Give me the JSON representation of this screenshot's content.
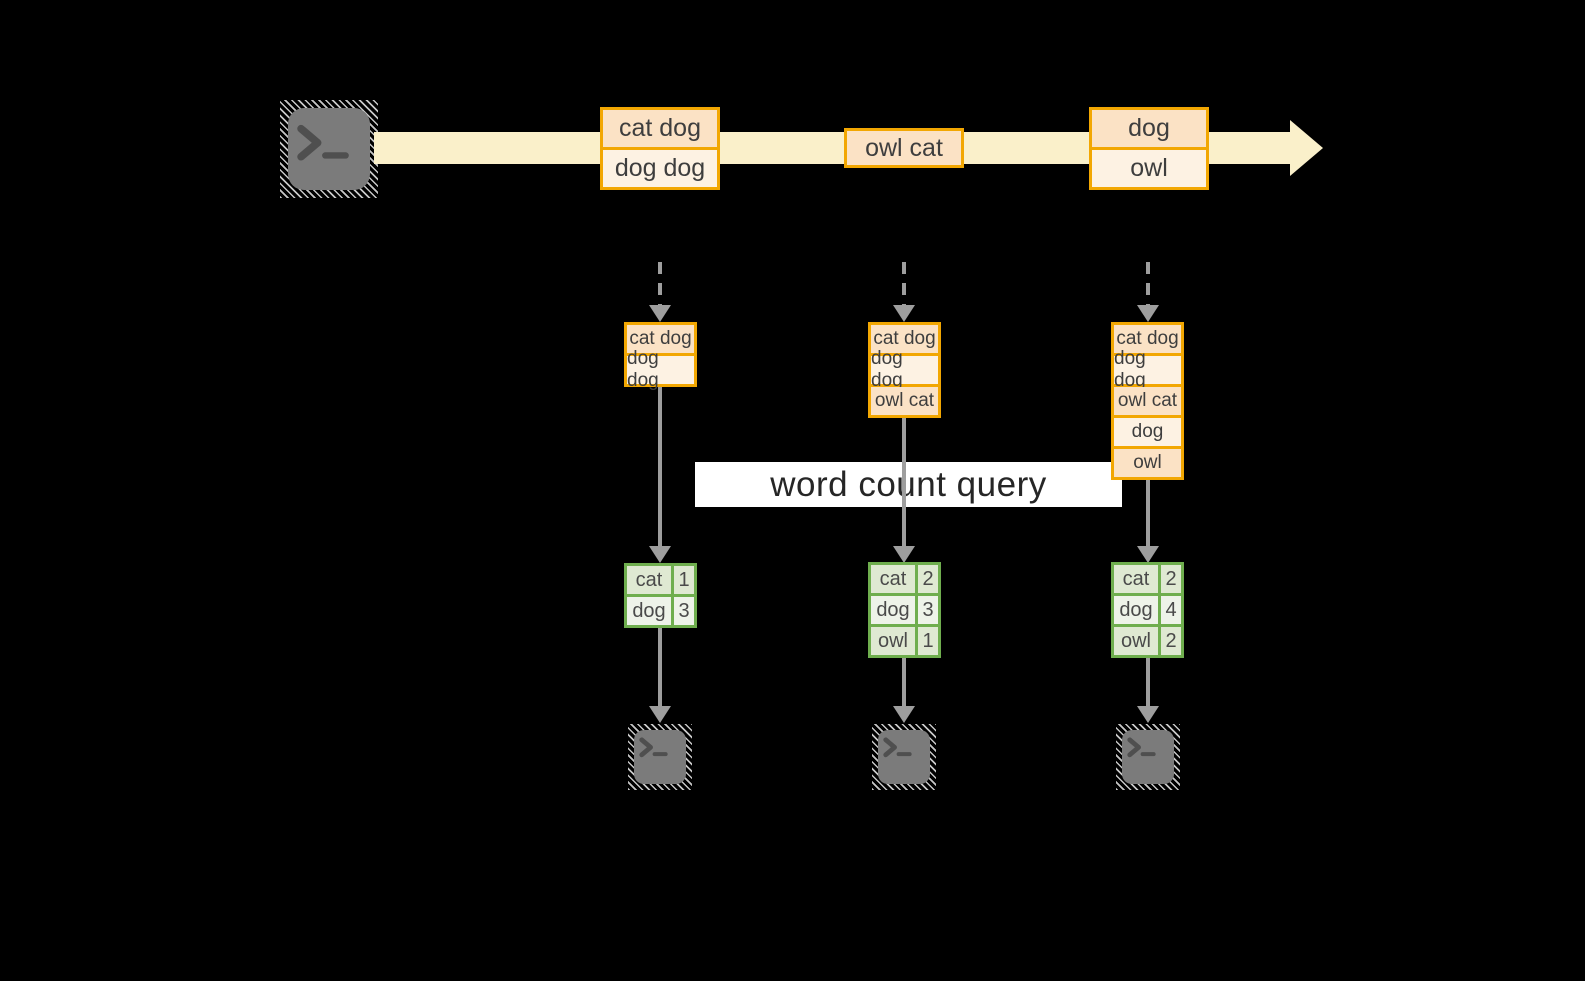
{
  "banner": {
    "label": "word count query"
  },
  "stream": {
    "source_icon": "terminal-icon",
    "events": [
      {
        "lines": [
          "cat dog",
          "dog dog"
        ]
      },
      {
        "lines": [
          "owl cat"
        ]
      },
      {
        "lines": [
          "dog",
          "owl"
        ]
      }
    ]
  },
  "columns": [
    {
      "buffer": [
        "cat dog",
        "dog dog"
      ],
      "counts": [
        {
          "word": "cat",
          "count": "1"
        },
        {
          "word": "dog",
          "count": "3"
        }
      ],
      "output_icon": "terminal-icon"
    },
    {
      "buffer": [
        "cat dog",
        "dog dog",
        "owl cat"
      ],
      "counts": [
        {
          "word": "cat",
          "count": "2"
        },
        {
          "word": "dog",
          "count": "3"
        },
        {
          "word": "owl",
          "count": "1"
        }
      ],
      "output_icon": "terminal-icon"
    },
    {
      "buffer": [
        "cat dog",
        "dog dog",
        "owl cat",
        "dog",
        "owl"
      ],
      "counts": [
        {
          "word": "cat",
          "count": "2"
        },
        {
          "word": "dog",
          "count": "4"
        },
        {
          "word": "owl",
          "count": "2"
        }
      ],
      "output_icon": "terminal-icon"
    }
  ],
  "colors": {
    "background": "#000000",
    "accent_gold": "#F2A702",
    "peach_fill": "#FBE2C5",
    "cream_fill": "#FDF2E3",
    "stream_band": "#FAF0CA",
    "green_border": "#6FAE4E",
    "green_row_dark": "#DFE9D2",
    "green_row_light": "#EEF3E9",
    "arrow_gray": "#9E9E9E",
    "terminal_gray": "#7B7B7B",
    "banner_bg": "#FFFFFF"
  }
}
